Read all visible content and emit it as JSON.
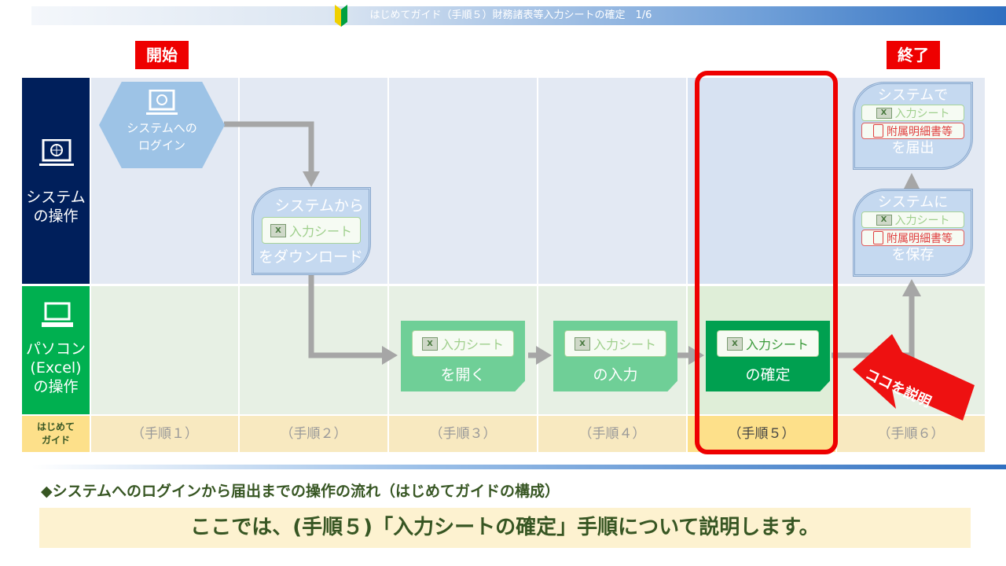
{
  "header": {
    "title": "はじめてガイド（手順５）財務諸表等入力シートの確定　1/6"
  },
  "start_label": "開始",
  "end_label": "終了",
  "lanes": {
    "system": [
      "システム",
      "の操作"
    ],
    "pc": [
      "パソコン",
      "(Excel)",
      "の操作"
    ],
    "guide": [
      "はじめて",
      "ガイド"
    ]
  },
  "steps": [
    "（手順１）",
    "（手順２）",
    "（手順３）",
    "（手順４）",
    "（手順５）",
    "（手順６）"
  ],
  "nodes": {
    "login": [
      "システムへの",
      "ログイン"
    ],
    "download": {
      "top": "システムから",
      "chip": "入力シート",
      "bottom": "をダウンロード"
    },
    "open": {
      "chip": "入力シート",
      "bottom": "を開く"
    },
    "input": {
      "chip": "入力シート",
      "bottom": "の入力"
    },
    "confirm": {
      "chip": "入力シート",
      "bottom": "の確定"
    },
    "save": {
      "top": "システムに",
      "chip": "入力シート",
      "chip2": "附属明細書等",
      "bottom": "を保存"
    },
    "submit": {
      "top": "システムで",
      "chip": "入力シート",
      "chip2": "附属明細書等",
      "bottom": "を届出"
    }
  },
  "callout": "ココを説明",
  "subtitle": "◆システムへのログインから届出までの操作の流れ（はじめてガイドの構成）",
  "banner": "ここでは、(手順５)「入力シートの確定」手順について説明します。",
  "colors": {
    "accent": "#e00000",
    "system": "#001f5b",
    "pc": "#00b050",
    "text": "#375623"
  }
}
